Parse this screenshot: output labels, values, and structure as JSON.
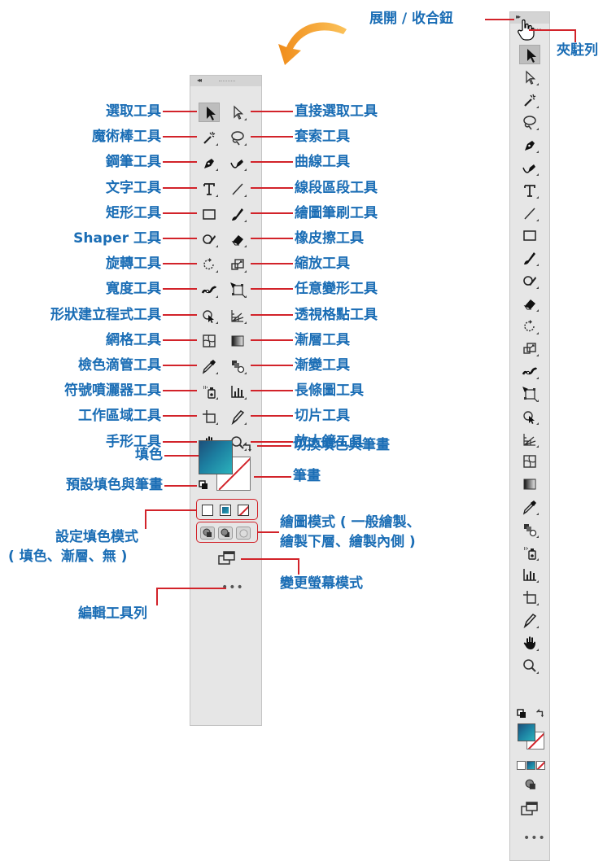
{
  "labels_left": {
    "selection": "選取工具",
    "magic_wand": "魔術棒工具",
    "pen": "鋼筆工具",
    "type": "文字工具",
    "rectangle": "矩形工具",
    "shaper": "Shaper 工具",
    "rotate": "旋轉工具",
    "width": "寬度工具",
    "shape_builder": "形狀建立程式工具",
    "mesh": "網格工具",
    "eyedropper": "檢色滴管工具",
    "symbol_sprayer": "符號噴灑器工具",
    "artboard": "工作區域工具",
    "hand": "手形工具",
    "fill": "填色",
    "default_fill_stroke": "預設填色與筆畫",
    "fill_mode_line1": "設定填色模式",
    "fill_mode_line2": "( 填色、漸層、無 )",
    "edit_toolbar": "編輯工具列"
  },
  "labels_right": {
    "direct_selection": "直接選取工具",
    "lasso": "套索工具",
    "curvature": "曲線工具",
    "line_segment": "線段區段工具",
    "paintbrush": "繪圖筆刷工具",
    "eraser": "橡皮擦工具",
    "scale": "縮放工具",
    "free_transform": "任意變形工具",
    "perspective_grid": "透視格點工具",
    "gradient": "漸層工具",
    "blend": "漸變工具",
    "column_graph": "長條圖工具",
    "slice": "切片工具",
    "zoom": "放大鏡工具",
    "swap_fill_stroke": "切換填色與筆畫",
    "stroke": "筆畫",
    "draw_mode_line1": "繪圖模式 ( 一般繪製、",
    "draw_mode_line2": "繪製下層、繪製內側 )",
    "change_screen_mode": "變更螢幕模式"
  },
  "labels_top": {
    "expand_collapse": "展開 / 收合鈕",
    "dock_bar": "夾駐列"
  },
  "colors": {
    "label_blue": "#1a6db5",
    "leader_red": "#d2232a",
    "fill_gradient_start": "#1c4f7a",
    "fill_gradient_end": "#2bb2bc",
    "arrow_orange": "#f5a623",
    "panel_gray": "#e6e6e6"
  },
  "icons": {
    "left_panel_pairs": [
      [
        "selection-arrow-icon",
        "direct-selection-icon"
      ],
      [
        "magic-wand-icon",
        "lasso-icon"
      ],
      [
        "pen-icon",
        "curvature-pen-icon"
      ],
      [
        "type-icon",
        "line-segment-icon"
      ],
      [
        "rectangle-icon",
        "paintbrush-icon"
      ],
      [
        "shaper-icon",
        "eraser-icon"
      ],
      [
        "rotate-icon",
        "scale-icon"
      ],
      [
        "width-icon",
        "free-transform-icon"
      ],
      [
        "shape-builder-icon",
        "perspective-grid-icon"
      ],
      [
        "mesh-icon",
        "gradient-icon"
      ],
      [
        "eyedropper-icon",
        "blend-icon"
      ],
      [
        "symbol-sprayer-icon",
        "column-graph-icon"
      ],
      [
        "artboard-icon",
        "slice-icon"
      ],
      [
        "hand-icon",
        "zoom-icon"
      ]
    ],
    "right_panel_column": [
      "selection-arrow-icon",
      "direct-selection-icon",
      "magic-wand-icon",
      "lasso-icon",
      "pen-icon",
      "curvature-pen-icon",
      "type-icon",
      "line-segment-icon",
      "rectangle-icon",
      "paintbrush-icon",
      "shaper-icon",
      "eraser-icon",
      "rotate-icon",
      "scale-icon",
      "width-icon",
      "free-transform-icon",
      "shape-builder-icon",
      "perspective-grid-icon",
      "mesh-icon",
      "gradient-icon",
      "eyedropper-icon",
      "blend-icon",
      "symbol-sprayer-icon",
      "column-graph-icon",
      "artboard-icon",
      "slice-icon",
      "hand-icon",
      "zoom-icon"
    ]
  }
}
